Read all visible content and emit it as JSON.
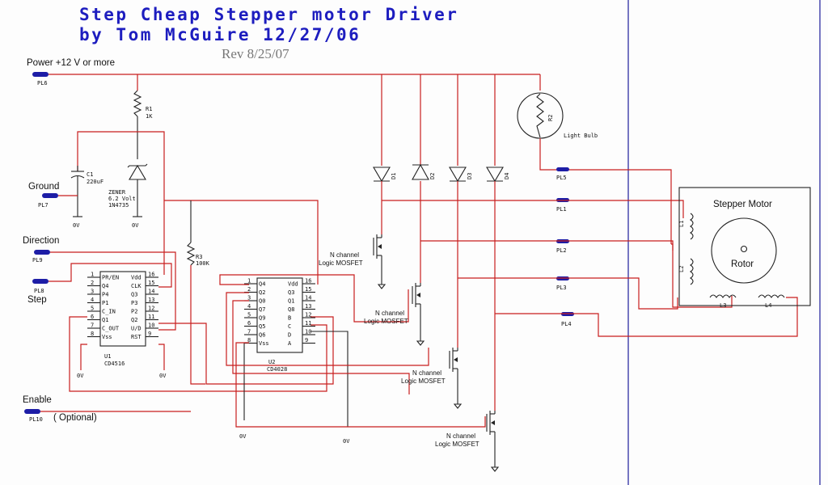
{
  "title": {
    "line1": "Step Cheap Stepper motor Driver",
    "line2": "by Tom McGuire 12/27/06",
    "rev": "Rev 8/25/07"
  },
  "inputs": {
    "power": "Power +12 V or more",
    "ground": "Ground",
    "direction": "Direction",
    "step": "Step",
    "enable": "Enable",
    "optional": "( Optional)"
  },
  "connectors": {
    "pl6": "PL6",
    "pl7": "PL7",
    "pl9": "PL9",
    "pl8": "PL8",
    "pl10": "PL10",
    "pl5": "PL5",
    "pl1": "PL1",
    "pl2": "PL2",
    "pl3": "PL3",
    "pl4": "PL4"
  },
  "components": {
    "r1_name": "R1",
    "r1_val": "1K",
    "c1_name": "C1",
    "c1_val": "220uF",
    "zener_l1": "ZENER",
    "zener_l2": "6.2 Volt",
    "zener_l3": "1N4735",
    "r3_name": "R3",
    "r3_val": "100K",
    "r2": "R2",
    "bulb": "Light Bulb",
    "d1": "D1",
    "d2": "D2",
    "d3": "D3",
    "d4": "D4",
    "u1_name": "U1",
    "u1_part": "CD4516",
    "u2_name": "U2",
    "u2_part": "CD4028",
    "mosfet1": "N channel",
    "mosfet2": "Logic MOSFET",
    "ov": "0V"
  },
  "u1_pins": {
    "left": [
      {
        "n": "1",
        "name": "PR/EN"
      },
      {
        "n": "2",
        "name": "Q4"
      },
      {
        "n": "3",
        "name": "P4"
      },
      {
        "n": "4",
        "name": "P1"
      },
      {
        "n": "5",
        "name": "C_IN"
      },
      {
        "n": "6",
        "name": "Q1"
      },
      {
        "n": "7",
        "name": "C_OUT"
      },
      {
        "n": "8",
        "name": "Vss"
      }
    ],
    "right": [
      {
        "n": "16",
        "name": "Vdd"
      },
      {
        "n": "15",
        "name": "CLK"
      },
      {
        "n": "14",
        "name": "Q3"
      },
      {
        "n": "13",
        "name": "P3"
      },
      {
        "n": "12",
        "name": "P2"
      },
      {
        "n": "11",
        "name": "Q2"
      },
      {
        "n": "10",
        "name": "U/D"
      },
      {
        "n": "9",
        "name": "RST"
      }
    ]
  },
  "u2_pins": {
    "left": [
      {
        "n": "1",
        "name": "Q4"
      },
      {
        "n": "2",
        "name": "Q2"
      },
      {
        "n": "3",
        "name": "Q0"
      },
      {
        "n": "4",
        "name": "Q7"
      },
      {
        "n": "5",
        "name": "Q9"
      },
      {
        "n": "6",
        "name": "Q5"
      },
      {
        "n": "7",
        "name": "Q6"
      },
      {
        "n": "8",
        "name": "Vss"
      }
    ],
    "right": [
      {
        "n": "16",
        "name": "Vdd"
      },
      {
        "n": "15",
        "name": "Q3"
      },
      {
        "n": "14",
        "name": "Q1"
      },
      {
        "n": "13",
        "name": "Q8"
      },
      {
        "n": "12",
        "name": "B"
      },
      {
        "n": "11",
        "name": "C"
      },
      {
        "n": "10",
        "name": "D"
      },
      {
        "n": "9",
        "name": "A"
      }
    ]
  },
  "motor": {
    "title": "Stepper Motor",
    "rotor": "Rotor",
    "l1": "L1",
    "l2": "L2",
    "l3": "L3",
    "l4": "L4"
  }
}
